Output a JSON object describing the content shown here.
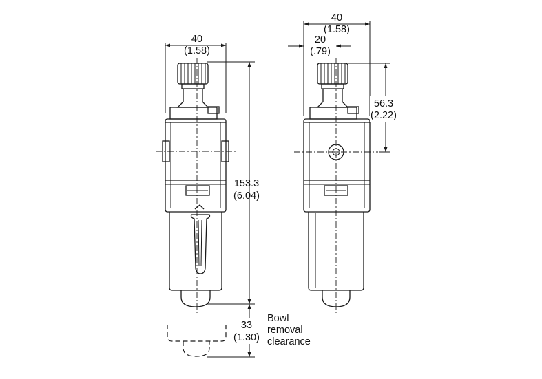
{
  "dimensions": {
    "front_width_mm": "40",
    "front_width_in": "(1.58)",
    "side_width_mm": "40",
    "side_width_in": "(1.58)",
    "side_half_mm": "20",
    "side_half_in": "(.79)",
    "top_height_mm": "56.3",
    "top_height_in": "(2.22)",
    "overall_height_mm": "153.3",
    "overall_height_in": "(6.04)",
    "clearance_mm": "33",
    "clearance_in": "(1.30)"
  },
  "notes": {
    "clearance_line1": "Bowl",
    "clearance_line2": "removal",
    "clearance_line3": "clearance"
  }
}
